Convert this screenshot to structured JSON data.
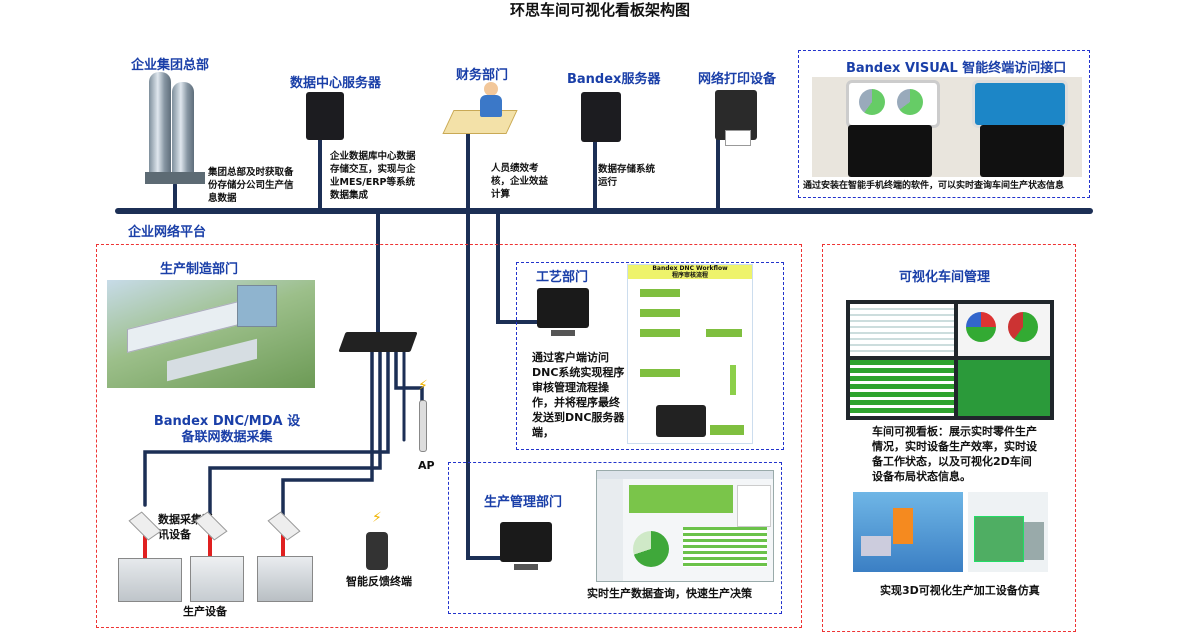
{
  "title": "环思车间可视化看板架构图",
  "top": {
    "hq": {
      "label": "企业集团总部",
      "desc": "集团总部及时获取备份存储分公司生产信息数据"
    },
    "datacenter": {
      "label": "数据中心服务器",
      "desc": "企业数据库中心数据存储交互，实现与企业MES/ERP等系统数据集成"
    },
    "finance": {
      "label": "财务部门",
      "desc": "人员绩效考核，企业效益计算"
    },
    "bandex_server": {
      "label": "Bandex服务器",
      "desc": "数据存储系统运行"
    },
    "printer": {
      "label": "网络打印设备"
    },
    "visual": {
      "label": "Bandex VISUAL 智能终端访问接口",
      "desc": "通过安装在智能手机终端的软件，可以实时查询车间生产状态信息"
    }
  },
  "network": {
    "label": "企业网络平台"
  },
  "production": {
    "dept_label": "生产制造部门",
    "dnc_label": "Bandex DNC/MDA 设备联网数据采集",
    "ap_label": "AP",
    "collector_label": "数据采集通讯设备",
    "equipment_label": "生产设备",
    "terminal_label": "智能反馈终端"
  },
  "process": {
    "label": "工艺部门",
    "desc": "通过客户端访问DNC系统实现程序审核管理流程操作，并将程序最终发送到DNC服务器端，",
    "workflow_title": "Bandex DNC Workflow",
    "workflow_sub": "程序审核流程"
  },
  "management": {
    "label": "生产管理部门",
    "desc": "实时生产数据查询，快速生产决策"
  },
  "visual_mgmt": {
    "label": "可视化车间管理",
    "desc": "车间可视看板：展示实时零件生产情况，实时设备生产效率，实时设备工作状态，以及可视化2D车间设备布局状态信息。",
    "sim_label": "实现3D可视化生产加工设备仿真"
  },
  "colors": {
    "line": "#1c2f55",
    "red": "#ee3333",
    "blue": "#2233cc",
    "label": "#1a3fa8"
  }
}
